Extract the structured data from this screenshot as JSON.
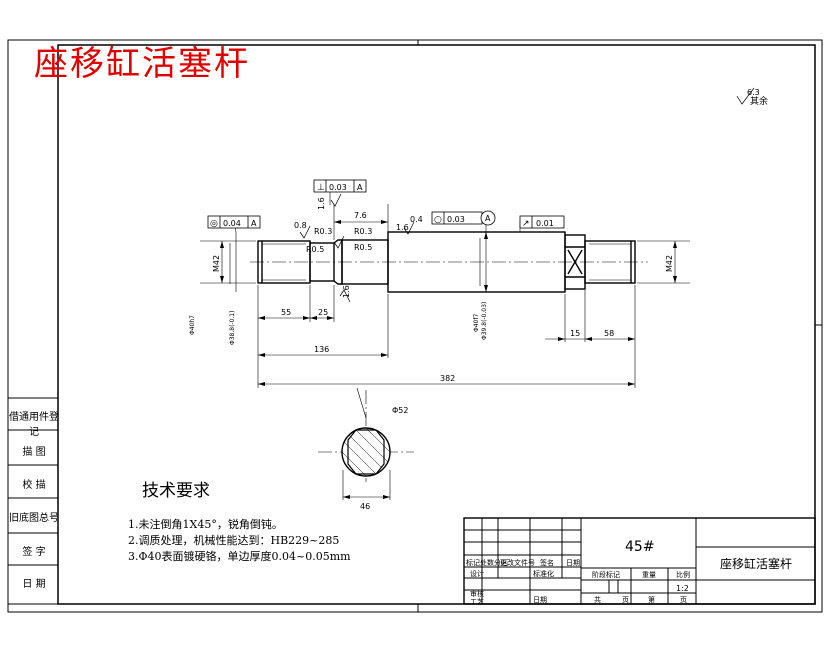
{
  "drawing_title": "座移缸活塞杆",
  "tech_requirements": {
    "heading": "技术要求",
    "items": [
      "1.未注倒角1X45°，锐角倒钝。",
      "2.调质处理，机械性能达到：HB229~285",
      "3.Φ40表面镀硬铬，单边厚度0.04~0.05mm"
    ]
  },
  "surface_finish": {
    "symbol_text": "其余",
    "value": "6.3"
  },
  "tolerances": {
    "perp_top": {
      "symbol": "⊥",
      "value": "0.03",
      "datum": "A"
    },
    "conc_left": {
      "symbol": "◎",
      "value": "0.04",
      "datum": "A"
    },
    "circ_mid": {
      "symbol": "○",
      "value": "0.03",
      "datum": "A"
    },
    "runout_right": {
      "symbol": "↗",
      "value": "0.01"
    }
  },
  "dimensions": {
    "d_55": "55",
    "d_25": "25",
    "d_136": "136",
    "d_382": "382",
    "d_15": "15",
    "d_58": "58",
    "d_46": "46",
    "d_7_6": "7.6",
    "r_left": "R0.3",
    "r_mid": "R0.3",
    "r_left2": "R0.5",
    "r_mid2": "R0.5",
    "m_left": "M42",
    "m_right": "M42",
    "phi_left": "Φ40h7",
    "phi_left_b": "Φ38.8(-0.1)",
    "phi_mid": "Φ40f7",
    "phi_mid_b": "Φ39.8(-0.03)",
    "hex_label": "Φ52",
    "ra_0_8": "0.8",
    "ra_1_6a": "1.6",
    "ra_1_6b": "1.6",
    "ra_1_6c": "1.6",
    "ra_0_4": "0.4"
  },
  "datum_letter": "A",
  "side_panel": [
    "借通用件登记",
    "描 图",
    "校 描",
    "旧底图总号",
    "签 字",
    "日 期"
  ],
  "title_block": {
    "material": "45#",
    "part_name": "座移缸活塞杆",
    "scale": "1:2",
    "row_labels": {
      "rev": "标记处数分区",
      "doc": "更改文件号",
      "sign": "签名",
      "date": "日期",
      "design": "设计",
      "std": "标准化",
      "check": "审核",
      "craft": "工艺",
      "date2": "日期",
      "stage": "阶段标记",
      "weight": "重量",
      "ratio": "比例",
      "total": "共",
      "sheet": "页",
      "no": "第",
      "sheet2": "页"
    }
  }
}
